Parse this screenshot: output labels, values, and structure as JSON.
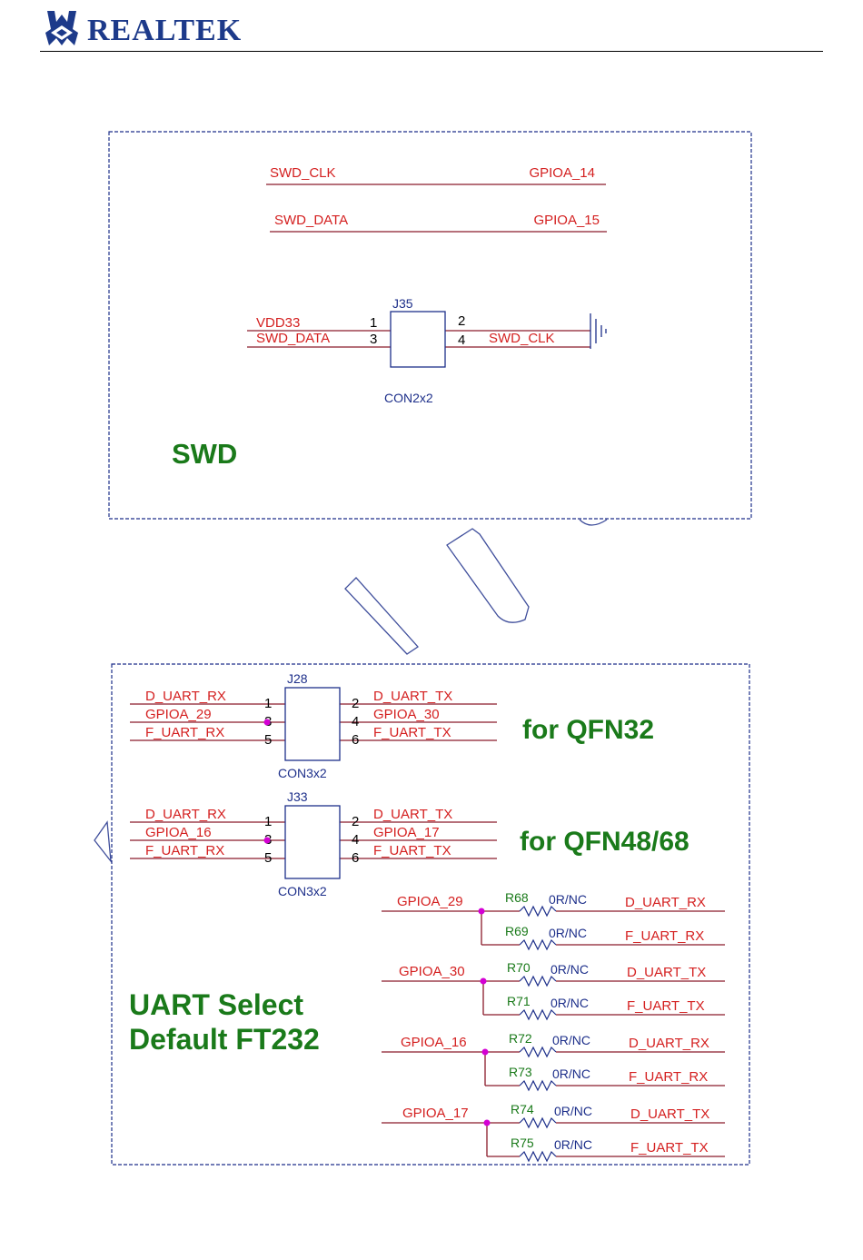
{
  "header": {
    "brand": "REALTEK"
  },
  "swd": {
    "title": "SWD",
    "net_labels": [
      {
        "left": "SWD_CLK",
        "right": "GPIOA_14"
      },
      {
        "left": "SWD_DATA",
        "right": "GPIOA_15"
      }
    ],
    "connector": {
      "ref": "J35",
      "part": "CON2x2",
      "left_pins": [
        {
          "num": "1",
          "net": "VDD33"
        },
        {
          "num": "3",
          "net": "SWD_DATA"
        }
      ],
      "right_pins": [
        {
          "num": "2",
          "net": ""
        },
        {
          "num": "4",
          "net": "SWD_CLK"
        }
      ]
    }
  },
  "uart": {
    "title_line1": "UART Select",
    "title_line2": "Default FT232",
    "connectors": [
      {
        "ref": "J28",
        "part": "CON3x2",
        "label": "for QFN32",
        "left_pins": [
          {
            "num": "1",
            "net": "D_UART_RX"
          },
          {
            "num": "3",
            "net": "GPIOA_29"
          },
          {
            "num": "5",
            "net": "F_UART_RX"
          }
        ],
        "right_pins": [
          {
            "num": "2",
            "net": "D_UART_TX"
          },
          {
            "num": "4",
            "net": "GPIOA_30"
          },
          {
            "num": "6",
            "net": "F_UART_TX"
          }
        ]
      },
      {
        "ref": "J33",
        "part": "CON3x2",
        "label": "for QFN48/68",
        "left_pins": [
          {
            "num": "1",
            "net": "D_UART_RX"
          },
          {
            "num": "3",
            "net": "GPIOA_16"
          },
          {
            "num": "5",
            "net": "F_UART_RX"
          }
        ],
        "right_pins": [
          {
            "num": "2",
            "net": "D_UART_TX"
          },
          {
            "num": "4",
            "net": "GPIOA_17"
          },
          {
            "num": "6",
            "net": "F_UART_TX"
          }
        ]
      }
    ],
    "resistor_groups": [
      {
        "gpio": "GPIOA_29",
        "resistors": [
          {
            "ref": "R68",
            "value": "0R/NC",
            "net": "D_UART_RX"
          },
          {
            "ref": "R69",
            "value": "0R/NC",
            "net": "F_UART_RX"
          }
        ]
      },
      {
        "gpio": "GPIOA_30",
        "resistors": [
          {
            "ref": "R70",
            "value": "0R/NC",
            "net": "D_UART_TX"
          },
          {
            "ref": "R71",
            "value": "0R/NC",
            "net": "F_UART_TX"
          }
        ]
      },
      {
        "gpio": "GPIOA_16",
        "resistors": [
          {
            "ref": "R72",
            "value": "0R/NC",
            "net": "D_UART_RX"
          },
          {
            "ref": "R73",
            "value": "0R/NC",
            "net": "F_UART_RX"
          }
        ]
      },
      {
        "gpio": "GPIOA_17",
        "resistors": [
          {
            "ref": "R74",
            "value": "0R/NC",
            "net": "D_UART_TX"
          },
          {
            "ref": "R75",
            "value": "0R/NC",
            "net": "F_UART_TX"
          }
        ]
      }
    ]
  },
  "colors": {
    "net": "#d42020",
    "title": "#1a7a1a",
    "component": "#1d2f8a",
    "brand": "#1d3a8a",
    "junction": "#d400d4"
  }
}
